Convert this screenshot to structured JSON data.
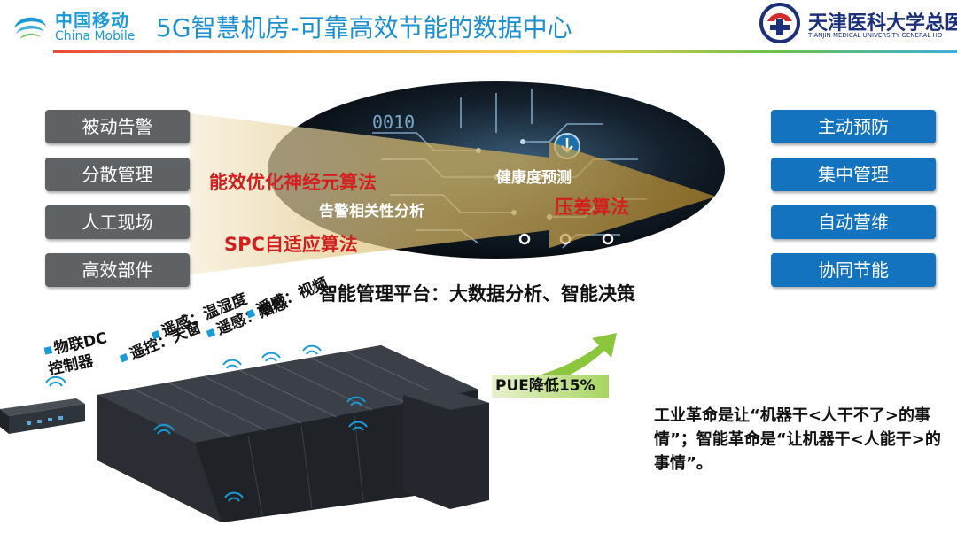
{
  "header": {
    "brand_cn": "中国移动",
    "brand_en": "China Mobile",
    "title": "5G智慧机房-可靠高效节能的数据中心",
    "partner_cn": "天津医科大学总医",
    "partner_en": "TIANJIN MEDICAL UNIVERSITY GENERAL HO",
    "colors": {
      "brand_blue": "#1a9ad6",
      "title_blue": "#1c8fd0",
      "partner_navy": "#1b2f7a"
    }
  },
  "diagram": {
    "before_items": [
      "被动告警",
      "分散管理",
      "人工现场",
      "高效部件"
    ],
    "after_items": [
      "主动预防",
      "集中管理",
      "自动营维",
      "协同节能"
    ],
    "algorithms": {
      "neural": "能效优化神经元算法",
      "alarm_correlation": "告警相关性分析",
      "health_prediction": "健康度预测",
      "pressure": "压差算法",
      "spc": "SPC自适应算法"
    },
    "circuit_digits": "0010",
    "platform_caption": "智能管理平台：大数据分析、智能决策",
    "colors": {
      "left_pill": "#5f6264",
      "right_pill": "#1473be",
      "algo_red": "#d21f1f",
      "arrow_gold": "#c9a24a"
    }
  },
  "bottom": {
    "iot_label_line1": "物联DC",
    "iot_label_line2": "控制器",
    "sensors": {
      "remote_skylight": "遥控：天窗",
      "remote_temp": "遥感：温湿度",
      "remote_smoke": "遥感：烟感",
      "remote_video": "遥感：视频"
    },
    "pue": "PUE降低15%",
    "quote": "工业革命是让“机器干<人干不了>的事情”；智能革命是“让机器干<人能干>的事情”。",
    "icons": [
      "wifi-icon",
      "circuit-board-icon",
      "server-rack-icon",
      "dc-controller-icon",
      "growth-arrow-icon"
    ]
  }
}
